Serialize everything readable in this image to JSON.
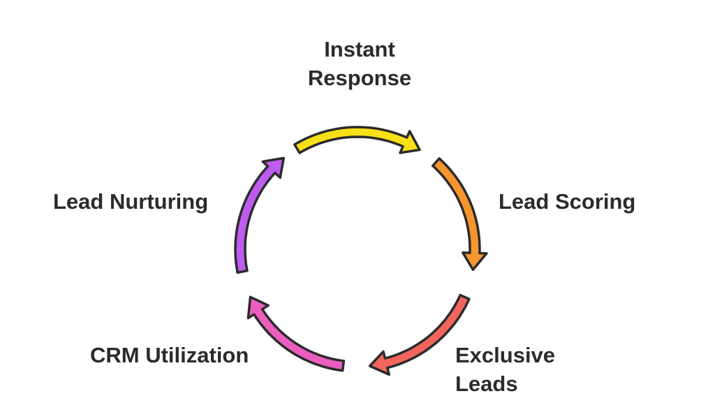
{
  "diagram": {
    "type": "cycle",
    "steps": [
      {
        "label_lines": [
          "Instant",
          "Response"
        ],
        "color": "#F7E018"
      },
      {
        "label_lines": [
          "Lead Scoring"
        ],
        "color": "#F7952E"
      },
      {
        "label_lines": [
          "Exclusive",
          "Leads"
        ],
        "color": "#F2645C"
      },
      {
        "label_lines": [
          "CRM Utilization"
        ],
        "color": "#EC5DC0"
      },
      {
        "label_lines": [
          "Lead Nurturing"
        ],
        "color": "#BF5CF0"
      }
    ],
    "outline_color": "#2b2b2b"
  }
}
